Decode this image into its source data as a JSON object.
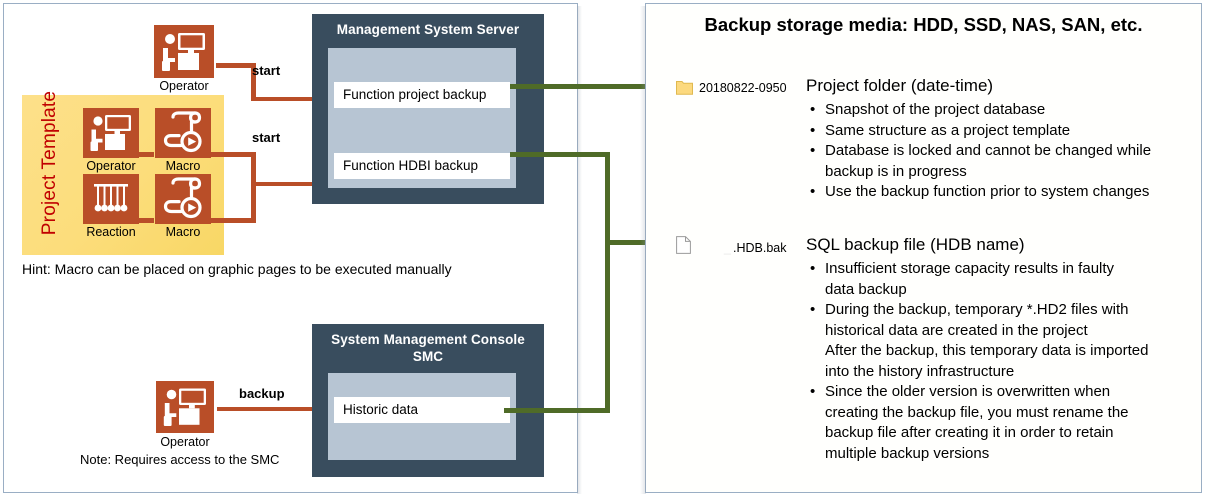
{
  "left_panel": {
    "project_template": {
      "label": "Project Template",
      "color": "#c00000",
      "bg": "#fbdf7e",
      "nodes": [
        {
          "icon": "operator-workstation-icon",
          "caption": "Operator"
        },
        {
          "icon": "macro-scroll-play-icon",
          "caption": "Macro"
        },
        {
          "icon": "reaction-newtons-cradle-icon",
          "caption": "Reaction"
        },
        {
          "icon": "macro-scroll-play-icon",
          "caption": "Macro"
        }
      ]
    },
    "top_operator": {
      "icon": "operator-workstation-icon",
      "caption": "Operator"
    },
    "bottom_operator": {
      "icon": "operator-workstation-icon",
      "caption": "Operator"
    },
    "edge_labels": {
      "start_1": "start",
      "start_2": "start",
      "backup": "backup"
    },
    "hint": "Hint: Macro can be placed on graphic pages to be executed manually",
    "note": "Note: Requires access to the SMC",
    "servers": [
      {
        "title": "Management System Server",
        "functions": [
          "Function project backup",
          "Function HDBI backup"
        ]
      },
      {
        "title": "System Management Console\nSMC",
        "title_line1": "System Management Console",
        "title_line2": "SMC",
        "functions": [
          "Historic data"
        ]
      }
    ]
  },
  "right_panel": {
    "title": "Backup storage media: HDD, SSD, NAS, SAN, etc.",
    "items": [
      {
        "icon": "folder-icon",
        "file_label": "20180822-0950",
        "file_label_prefix": "",
        "heading": "Project folder (date-time)",
        "bullets": [
          [
            "Snapshot of the project database"
          ],
          [
            "Same structure as a project template"
          ],
          [
            "Database is locked and cannot be changed while",
            "backup is in progress"
          ],
          [
            "Use the backup function prior to system changes"
          ]
        ]
      },
      {
        "icon": "document-icon",
        "file_label": ".HDB.bak",
        "file_label_prefix": "_",
        "heading": "SQL backup file (HDB name)",
        "bullets": [
          [
            "Insufficient storage capacity results in faulty",
            "data backup"
          ],
          [
            "During the backup, temporary *.HD2 files with",
            "historical data are created in the project",
            "After the backup, this temporary data is imported",
            "into the history infrastructure"
          ],
          [
            "Since the older version is overwritten when",
            "creating the backup file, you must rename the",
            "backup file after creating it in order to retain",
            "multiple backup versions"
          ]
        ]
      }
    ]
  },
  "colors": {
    "server_bg": "#394d5e",
    "server_inner": "#b7c5d3",
    "orange": "#b94e28",
    "green": "#4f6b28",
    "yellow": "#fbdf7e",
    "red_text": "#c00000",
    "panel_border": "#9aaec4"
  }
}
